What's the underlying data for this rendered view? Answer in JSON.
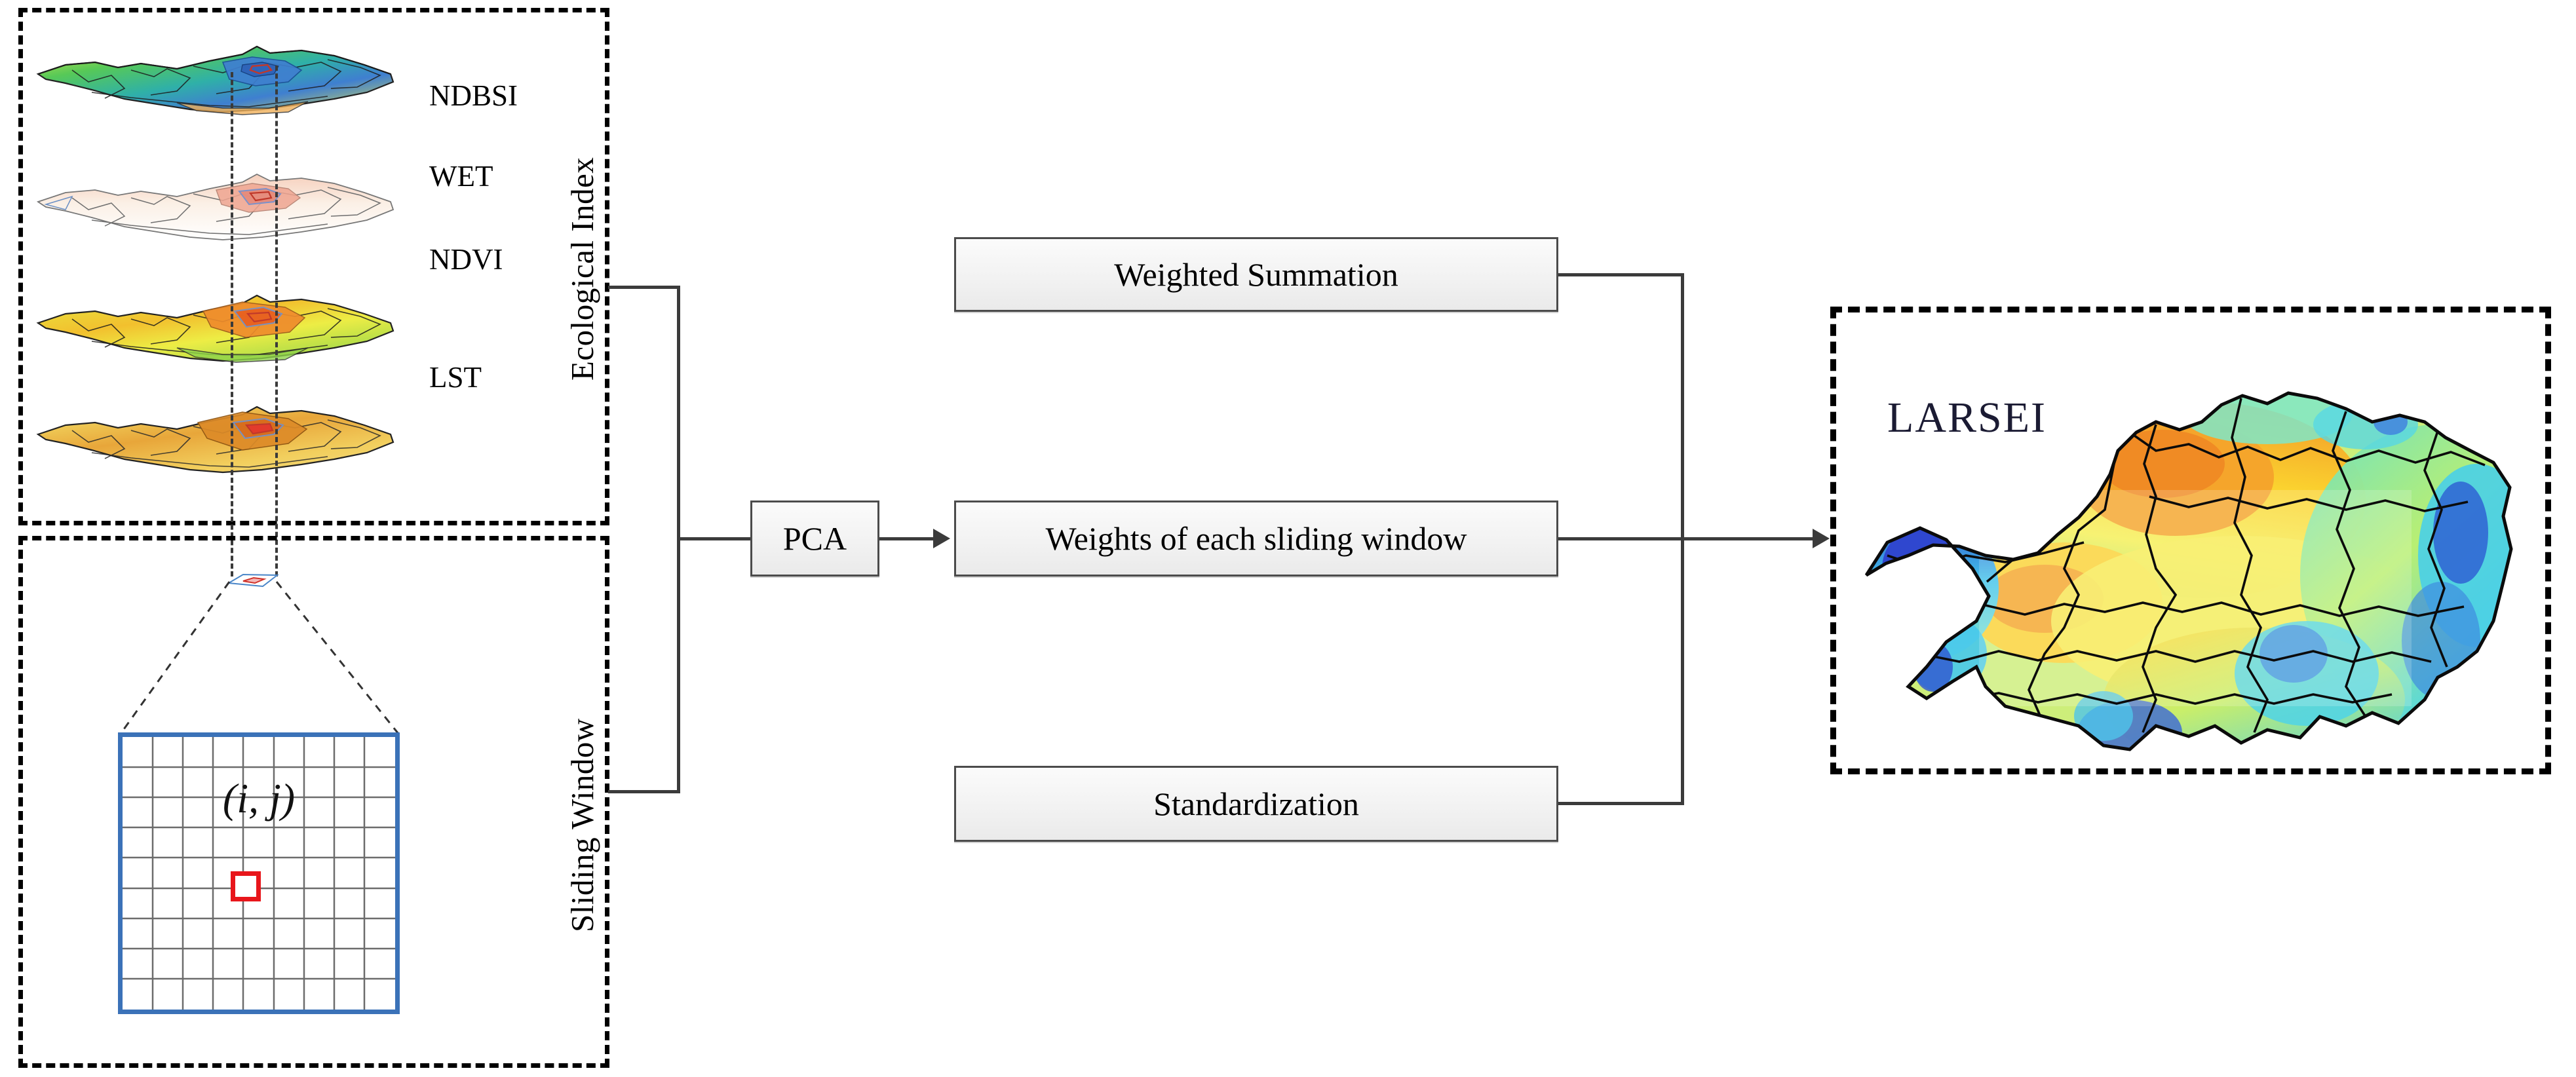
{
  "figure": {
    "type": "workflow-diagram",
    "title": "LARSEI computation workflow"
  },
  "panels": {
    "ecological": {
      "group_label": "Ecological Index",
      "layers": [
        {
          "name": "NDBSI",
          "order": 1,
          "palette": "green-yellow-blue",
          "center_value": "low"
        },
        {
          "name": "WET",
          "order": 2,
          "palette": "white-pale-red",
          "center_value": "high"
        },
        {
          "name": "NDVI",
          "order": 3,
          "palette": "yellow-green-orange",
          "center_value": "high"
        },
        {
          "name": "LST",
          "order": 4,
          "palette": "yellow-orange-brown",
          "center_value": "high"
        }
      ]
    },
    "sliding": {
      "group_label": "Sliding Window",
      "window_label": "(i, j)",
      "grid_rows": 9,
      "grid_cols": 9,
      "center_cell_color": "#e8161b",
      "grid_border_color": "#3b72b8"
    },
    "output": {
      "label": "LARSEI"
    }
  },
  "process": {
    "pca_label": "PCA",
    "steps": [
      {
        "id": "weighted",
        "label": "Weighted Summation"
      },
      {
        "id": "weights",
        "label": "Weights of each sliding window"
      },
      {
        "id": "standard",
        "label": "Standardization"
      }
    ]
  },
  "colors": {
    "box_border": "#4b4b4b",
    "connector": "#3b3b3b",
    "grid_blue": "#3b72b8",
    "cell_red": "#e8161b",
    "dash_black": "#000000"
  }
}
